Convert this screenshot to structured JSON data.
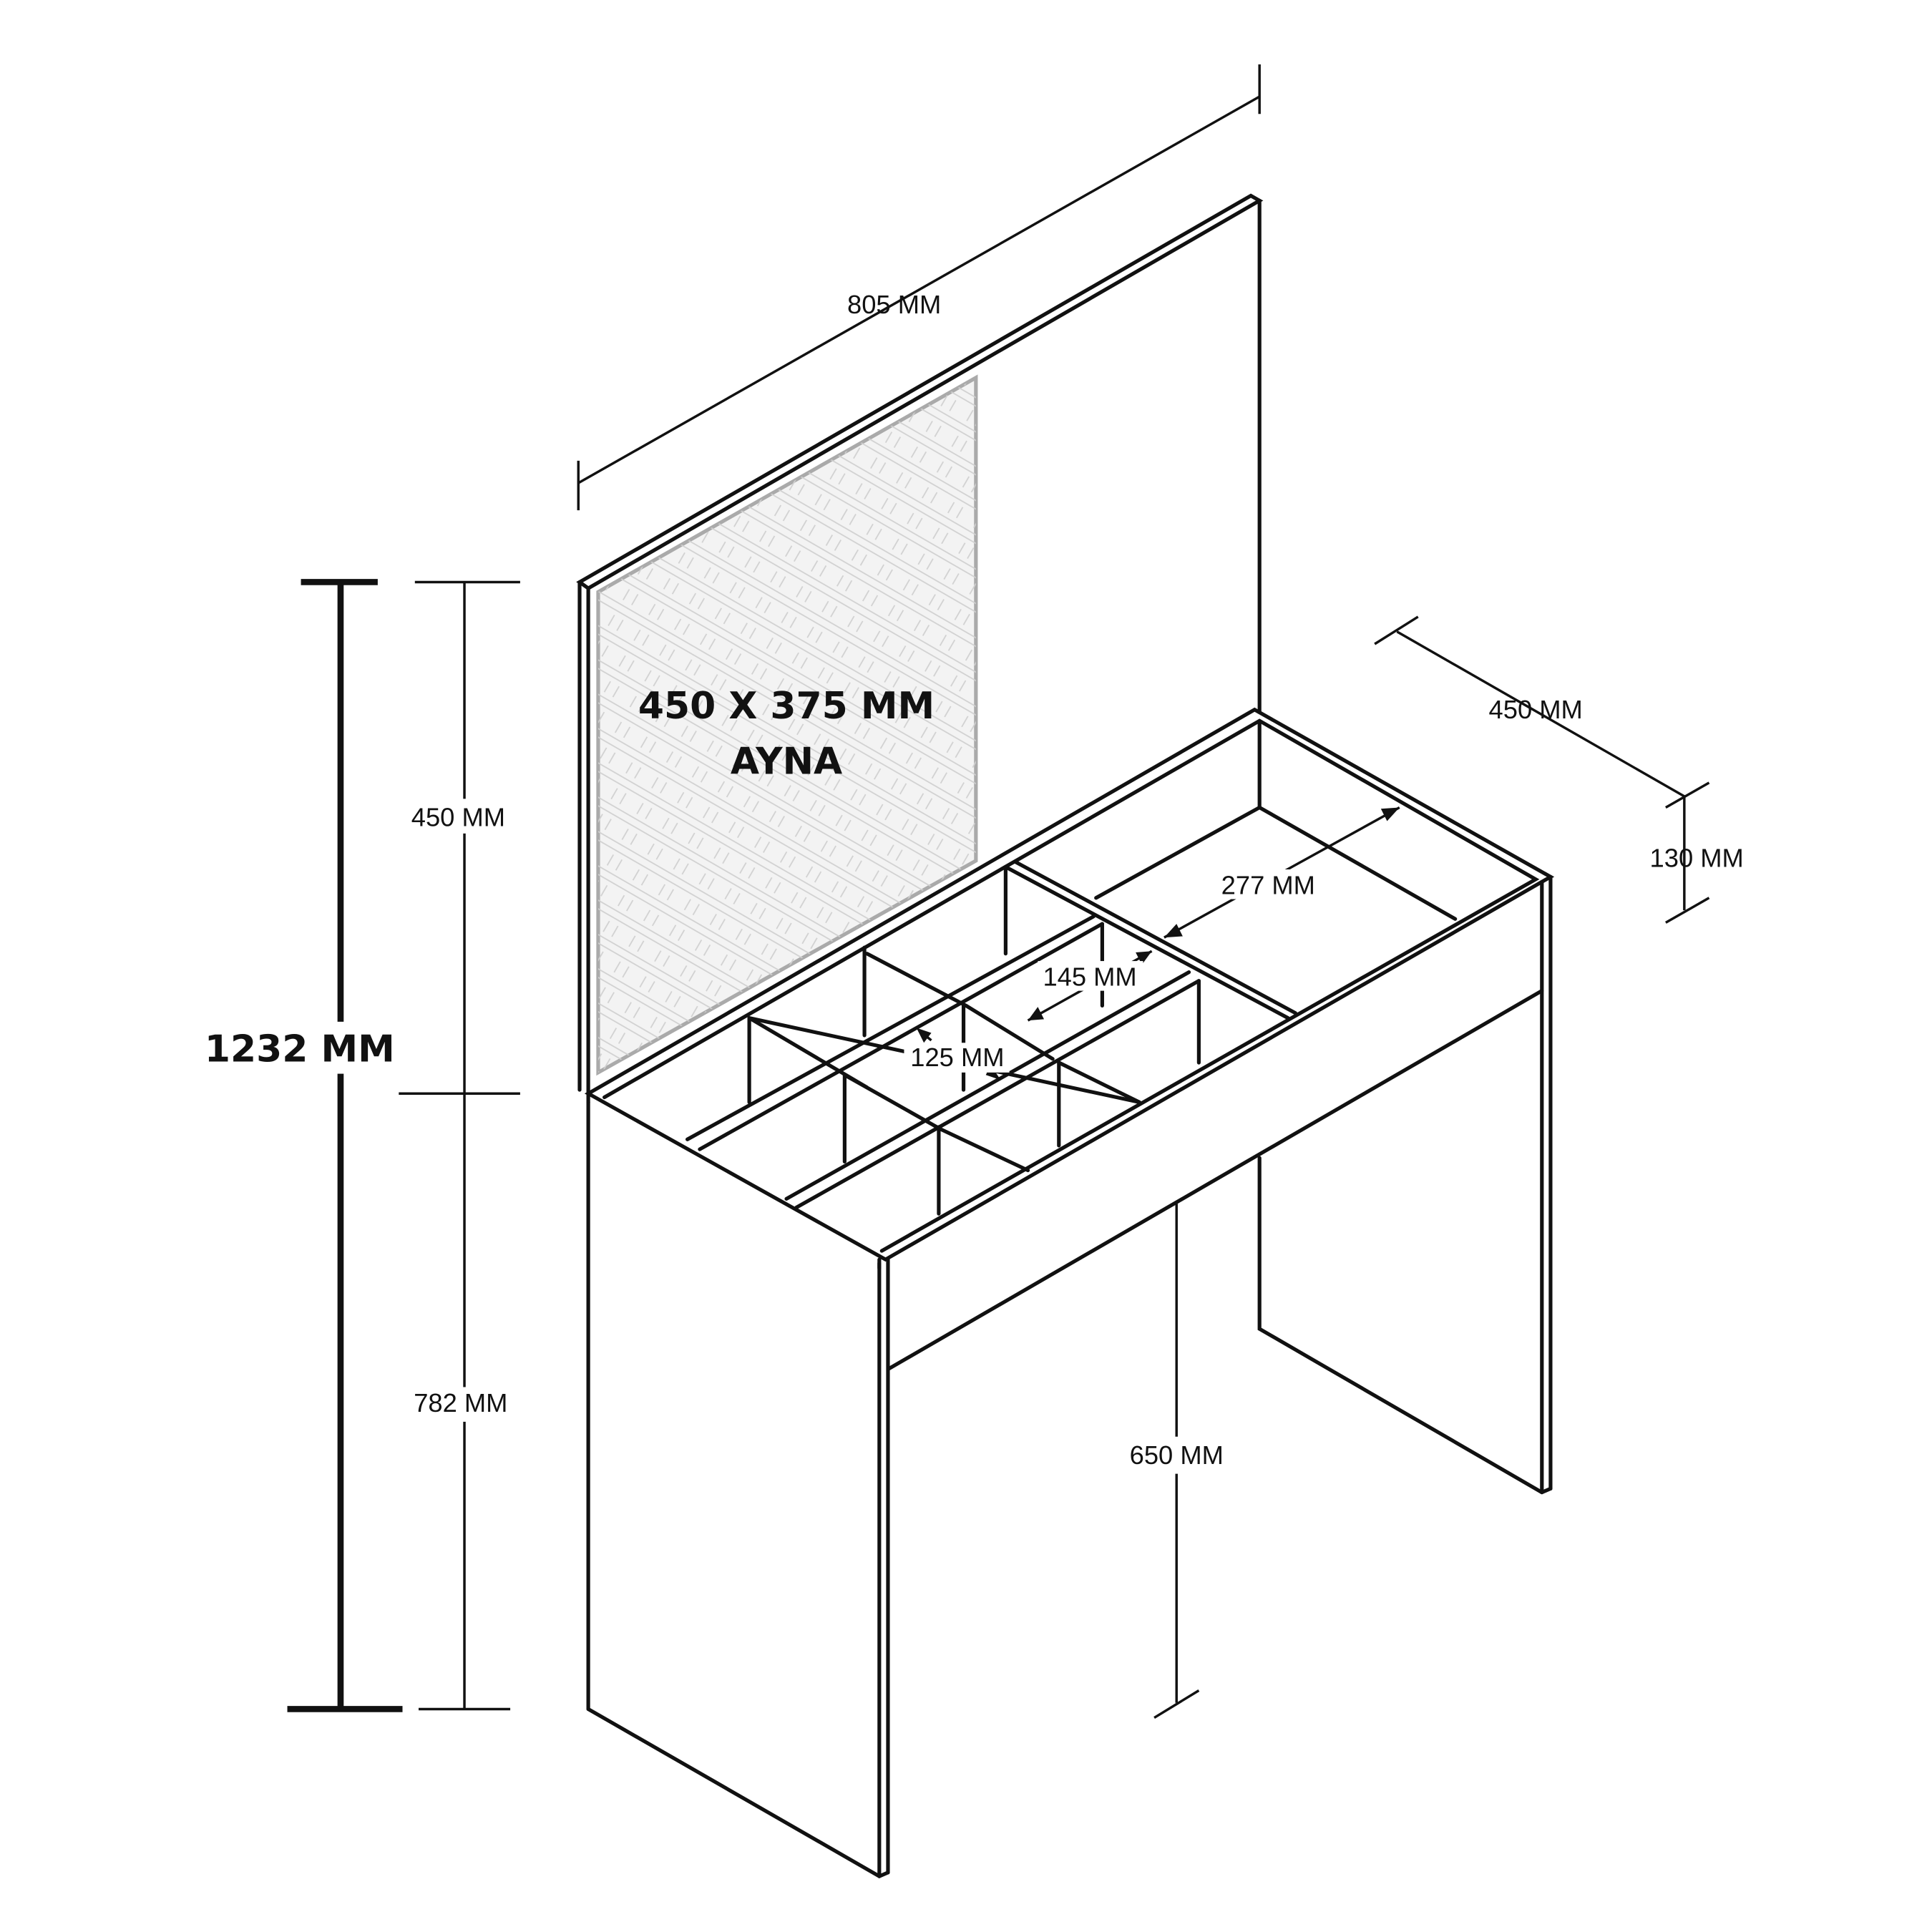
{
  "title": "Dressing table technical dimensions",
  "mirror": {
    "size_label": "450 X 375 MM",
    "name_label": "AYNA"
  },
  "dimensions": {
    "width": "805 MM",
    "depth": "450 MM",
    "drawer_height": "130 MM",
    "mirror_height": "450 MM",
    "desk_height": "782 MM",
    "total_height": "1232 MM",
    "leg_clearance": "650 MM",
    "large_compartment": "277 MM",
    "compartment_depth": "145 MM",
    "compartment_width": "125 MM"
  },
  "colors": {
    "line": "#111111",
    "mirror_border": "#aaaaaa",
    "mirror_fill": "#f3f3f3"
  }
}
